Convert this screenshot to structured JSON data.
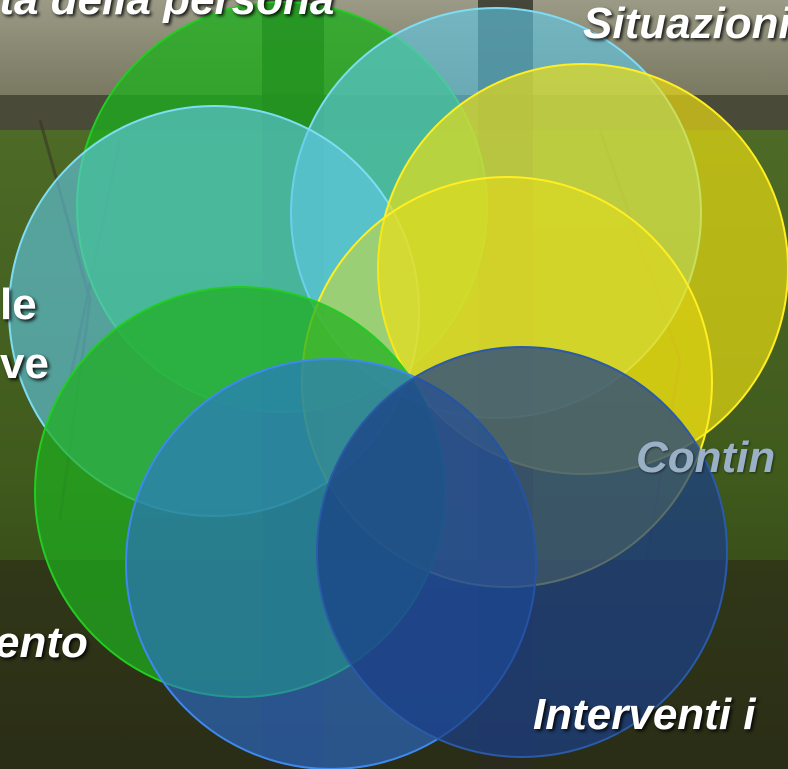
{
  "labels": {
    "top_left": "rita della persona",
    "top_right": "Situazioni",
    "left_line1": "le",
    "left_line2": "ve",
    "right_mid": "Contin",
    "bottom_left": "ento",
    "bottom_right": "Interventi i"
  },
  "circles": [
    {
      "name": "circle-green-top",
      "color": "#1fae1f",
      "stroke": "#22cc22"
    },
    {
      "name": "circle-lightblue-top",
      "color": "#5fc8e6",
      "stroke": "#7fdcf5"
    },
    {
      "name": "circle-lightblue-left",
      "color": "#5fc8e6",
      "stroke": "#7fdcf5"
    },
    {
      "name": "circle-yellow-right",
      "color": "#f0e010",
      "stroke": "#ffee22"
    },
    {
      "name": "circle-yellow-center",
      "color": "#f0e010",
      "stroke": "#ffee22"
    },
    {
      "name": "circle-green-lower-left",
      "color": "#1fae1f",
      "stroke": "#22cc22"
    },
    {
      "name": "circle-blue-bottom",
      "color": "#2a6fd8",
      "stroke": "#3f88ee"
    },
    {
      "name": "circle-navy-bottom-right",
      "color": "#1a3f86",
      "stroke": "#2a5aa8"
    }
  ]
}
